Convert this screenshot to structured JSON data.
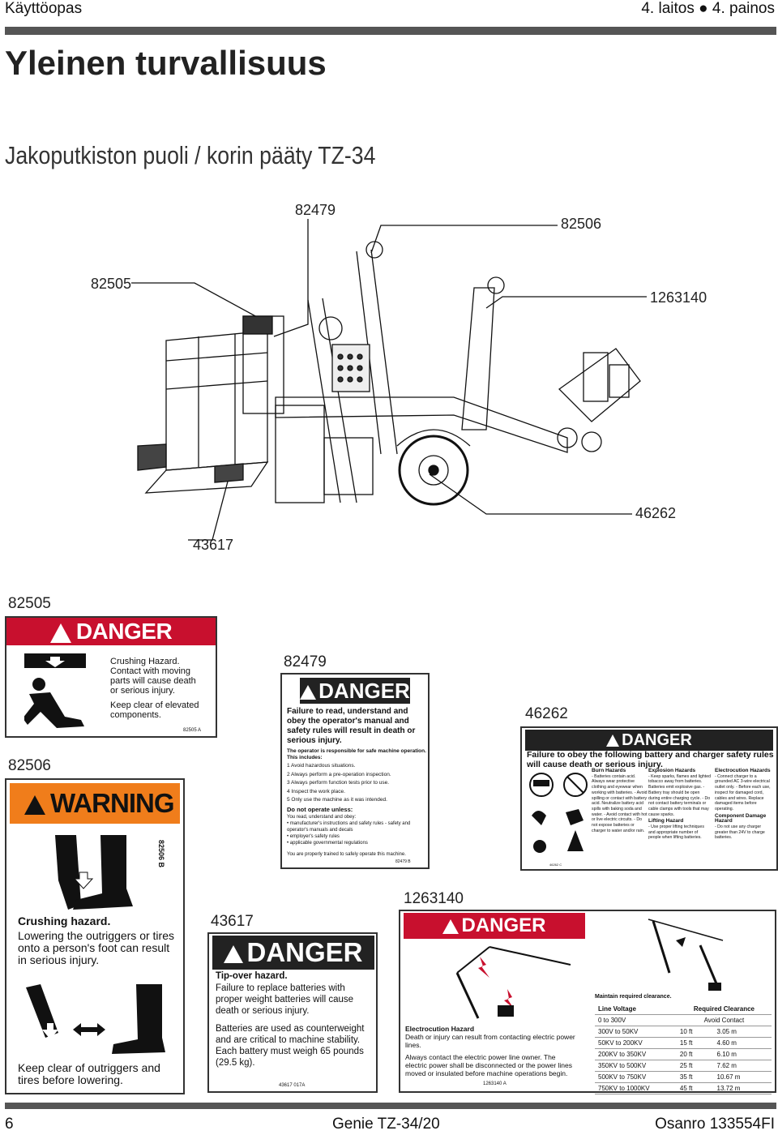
{
  "header": {
    "left": "Käyttöopas",
    "right": "4. laitos ● 4. painos"
  },
  "title": "Yleinen turvallisuus",
  "subtitle": "Jakoputkiston puoli / korin pääty TZ-34",
  "callouts": {
    "c82479": "82479",
    "c82506": "82506",
    "c82505": "82505",
    "c1263140": "1263140",
    "c46262": "46262",
    "c43617": "43617"
  },
  "decals": {
    "d82505": {
      "label": "82505",
      "header": "DANGER",
      "lines": [
        "Crushing Hazard.",
        "Contact with moving",
        "parts will cause death",
        "or serious injury."
      ],
      "lines2": [
        "Keep clear of elevated",
        "components."
      ],
      "code": "82505 A"
    },
    "d82506": {
      "label": "82506",
      "header": "WARNING",
      "code": "82506 B",
      "text1": "Crushing hazard.",
      "text2": "Lowering the outriggers or tires onto a person's foot can  result in serious injury.",
      "text3": "Keep clear of outriggers and tires before lowering."
    },
    "d82479": {
      "label": "82479",
      "header": "DANGER",
      "lead": "Failure to read, understand and obey the operator's manual and safety rules will result in death or serious injury.",
      "resp": "The operator is responsible for safe machine operation. This includes:",
      "items": [
        "1  Avoid hazardous situations.",
        "2  Always perform a pre-operation inspection.",
        "3  Always perform function tests prior to use.",
        "4  Inspect the work place.",
        "5  Only use the machine as it was intended."
      ],
      "dont": "Do not operate unless:",
      "obey": "You read, understand and obey:",
      "bullets": [
        "• manufacturer's instructions and safety rules - safety and operator's manuals and decals",
        "• employer's safety rules",
        "• applicable governmental regulations"
      ],
      "trained": "You are properly trained to safely operate this machine.",
      "code": "82479 B"
    },
    "d46262": {
      "label": "46262",
      "header": "DANGER",
      "lead": "Failure to obey the following battery and charger safety rules will cause death or serious injury.",
      "burn_title": "Burn Hazards",
      "burn": "- Batteries contain acid. Always wear protective clothing and eyewear when working with batteries. - Avoid spilling or contact with battery acid. Neutralize battery acid spills with baking soda and water. - Avoid contact with hot or live electric circuits. - Do not expose batteries or charger to water and/or rain.",
      "expl_title": "Explosion Hazards",
      "expl": "- Keep sparks, flames and lighted tobacco away from batteries. Batteries emit explosive gas. - Battery tray should be open during entire charging cycle. - Do not contact battery terminals or cable clamps with tools that may cause sparks.",
      "lift_title": "Lifting Hazard",
      "lift": "- Use proper lifting techniques and appropriate number of people when lifting batteries.",
      "elec_title": "Electrocution Hazards",
      "elec": "- Connect charger to a grounded AC 3-wire electrical outlet only. - Before each use, inspect for damaged cord, cables and wires. Replace damaged items before operating.",
      "comp_title": "Component Damage Hazard",
      "comp": "- Do not use any charger greater than 24V to charge batteries.",
      "code": "46262  C"
    },
    "d43617": {
      "label": "43617",
      "header": "DANGER",
      "t1": "Tip-over hazard.",
      "t2": "Failure to replace batteries with proper weight batteries will cause death or serious injury.",
      "t3": "Batteries are used as counterweight and are critical to machine stability. Each battery must weigh 65 pounds (29.5 kg).",
      "code": "43617  017A"
    },
    "d1263140": {
      "label": "1263140",
      "header": "DANGER",
      "haz": "Electrocution Hazard",
      "p1": "Death or injury can result from contacting electric power lines.",
      "p2": "Always contact the electric power line owner. The electric power shall be disconnected or the power lines moved or insulated before machine operations begin.",
      "code": "1263140   A",
      "table_title": "Maintain required clearance.",
      "table_head": [
        "Line Voltage",
        "Required Clearance"
      ],
      "rows": [
        [
          "0 to 300V",
          "Avoid Contact",
          ""
        ],
        [
          "300V to 50KV",
          "10 ft",
          "3.05 m"
        ],
        [
          "50KV to 200KV",
          "15 ft",
          "4.60 m"
        ],
        [
          "200KV to 350KV",
          "20 ft",
          "6.10 m"
        ],
        [
          "350KV to 500KV",
          "25 ft",
          "7.62 m"
        ],
        [
          "500KV to 750KV",
          "35 ft",
          "10.67 m"
        ],
        [
          "750KV to 1000KV",
          "45 ft",
          "13.72 m"
        ]
      ]
    }
  },
  "footer": {
    "page": "6",
    "model": "Genie TZ-34/20",
    "part": "Osanro 133554FI"
  }
}
